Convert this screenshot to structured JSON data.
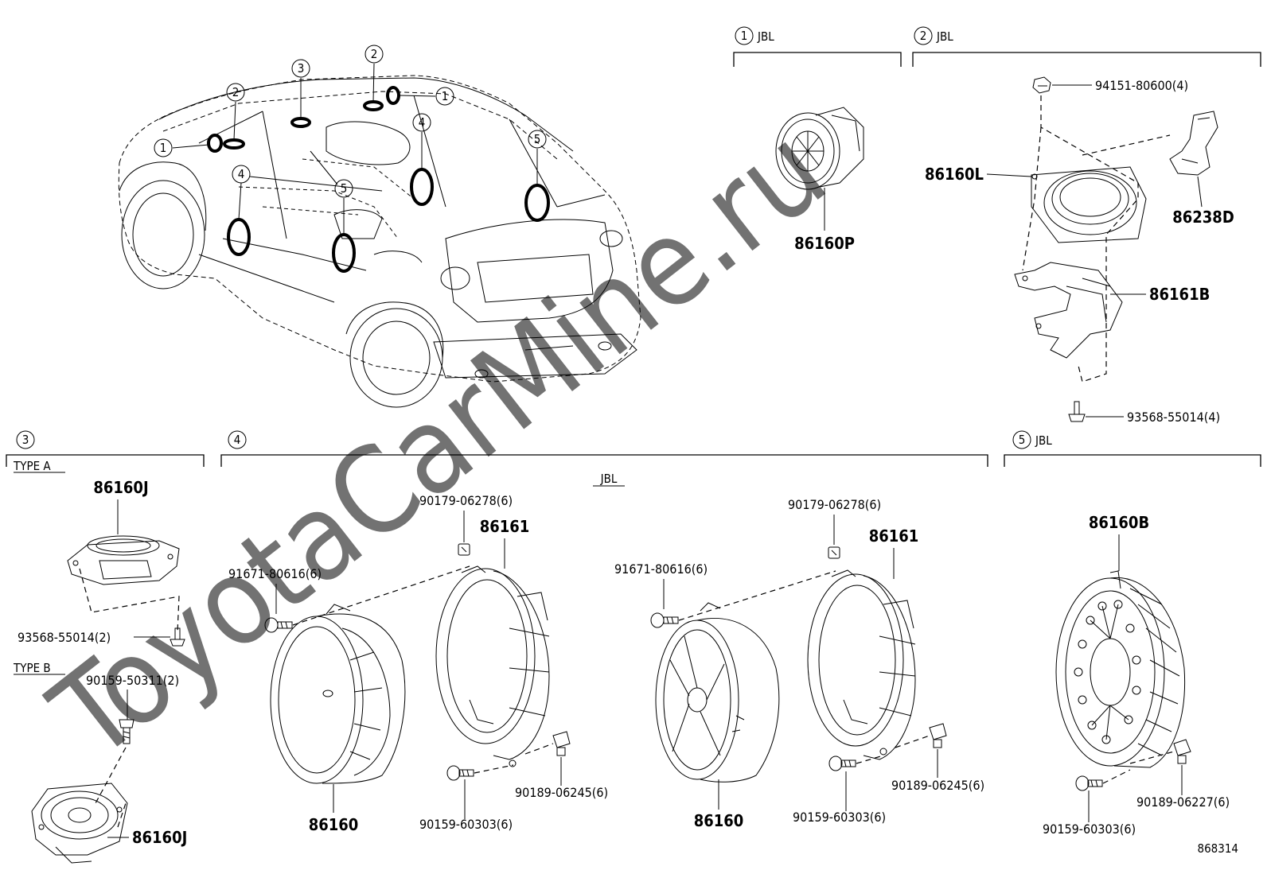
{
  "watermark": "ToyotaCarMine.ru",
  "diagram_id": "868314",
  "callout_numbers": [
    "1",
    "2",
    "3",
    "4",
    "5"
  ],
  "sections": {
    "s1": {
      "num": "1",
      "label": "JBL"
    },
    "s2": {
      "num": "2",
      "label": "JBL"
    },
    "s3": {
      "num": "3",
      "label": ""
    },
    "s4": {
      "num": "4",
      "label": ""
    },
    "s5": {
      "num": "5",
      "label": "JBL"
    }
  },
  "labels": {
    "type_a": "TYPE A",
    "type_b": "TYPE B",
    "jbl_center": "JBL"
  },
  "parts": {
    "p86160P": "86160P",
    "p94151": "94151-80600(4)",
    "p86160L": "86160L",
    "p86238D": "86238D",
    "p86161B": "86161B",
    "p93568_4": "93568-55014(4)",
    "p86160J_a": "86160J",
    "p93568_2": "93568-55014(2)",
    "p90159_50311": "90159-50311(2)",
    "p86160J_b": "86160J",
    "p90179_a": "90179-06278(6)",
    "p86161_a": "86161",
    "p91671_a": "91671-80616(6)",
    "p86160_a": "86160",
    "p90159_60303_a": "90159-60303(6)",
    "p90189_06245_a": "90189-06245(6)",
    "p90179_b": "90179-06278(6)",
    "p86161_b": "86161",
    "p91671_b": "91671-80616(6)",
    "p86160_b": "86160",
    "p90159_60303_b": "90159-60303(6)",
    "p90189_06245_b": "90189-06245(6)",
    "p86160B": "86160B",
    "p90189_06227": "90189-06227(6)",
    "p90159_60303_c": "90159-60303(6)"
  }
}
